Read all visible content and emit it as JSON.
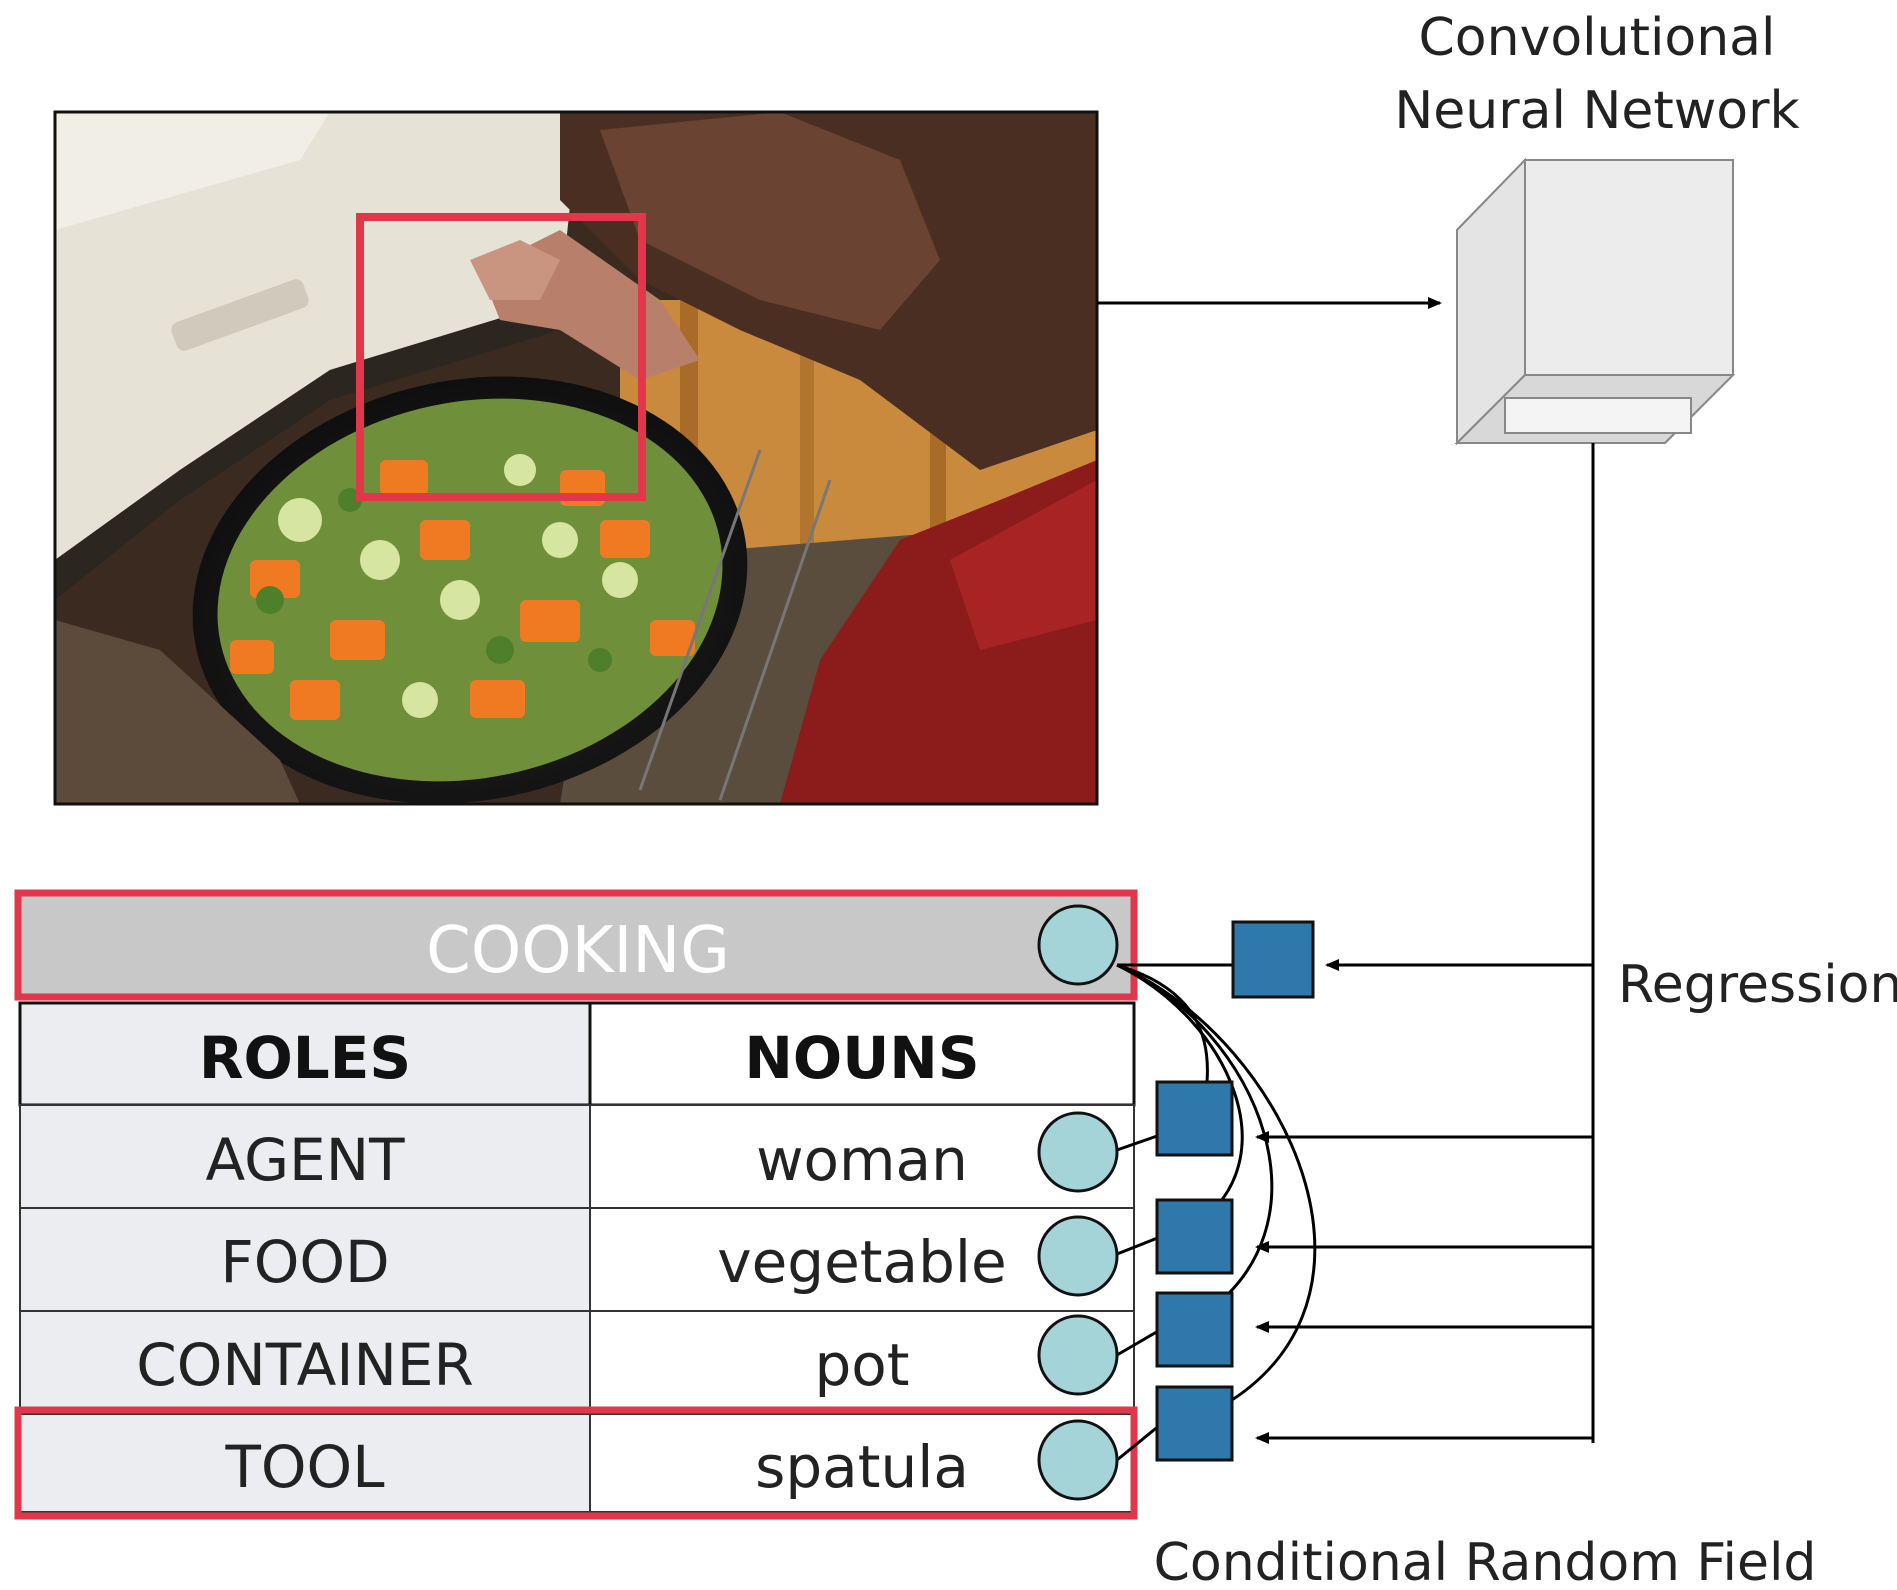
{
  "cnn": {
    "title_line1": "Convolutional",
    "title_line2": "Neural Network"
  },
  "regression_label": "Regression",
  "crf_label": "Conditional Random Field",
  "verb": "COOKING",
  "table": {
    "headers": [
      "ROLES",
      "NOUNS"
    ],
    "rows": [
      {
        "role": "AGENT",
        "noun": "woman"
      },
      {
        "role": "FOOD",
        "noun": "vegetable"
      },
      {
        "role": "CONTAINER",
        "noun": "pot"
      },
      {
        "role": "TOOL",
        "noun": "spatula"
      }
    ]
  },
  "colors": {
    "highlight": "#e2374a",
    "factor": "#2e78ab",
    "node": "#a5d4d8",
    "verb_bg": "#c8c8c8",
    "role_bg": "#ecedf0"
  },
  "photo": {
    "description_icon": "cooking-photo"
  }
}
